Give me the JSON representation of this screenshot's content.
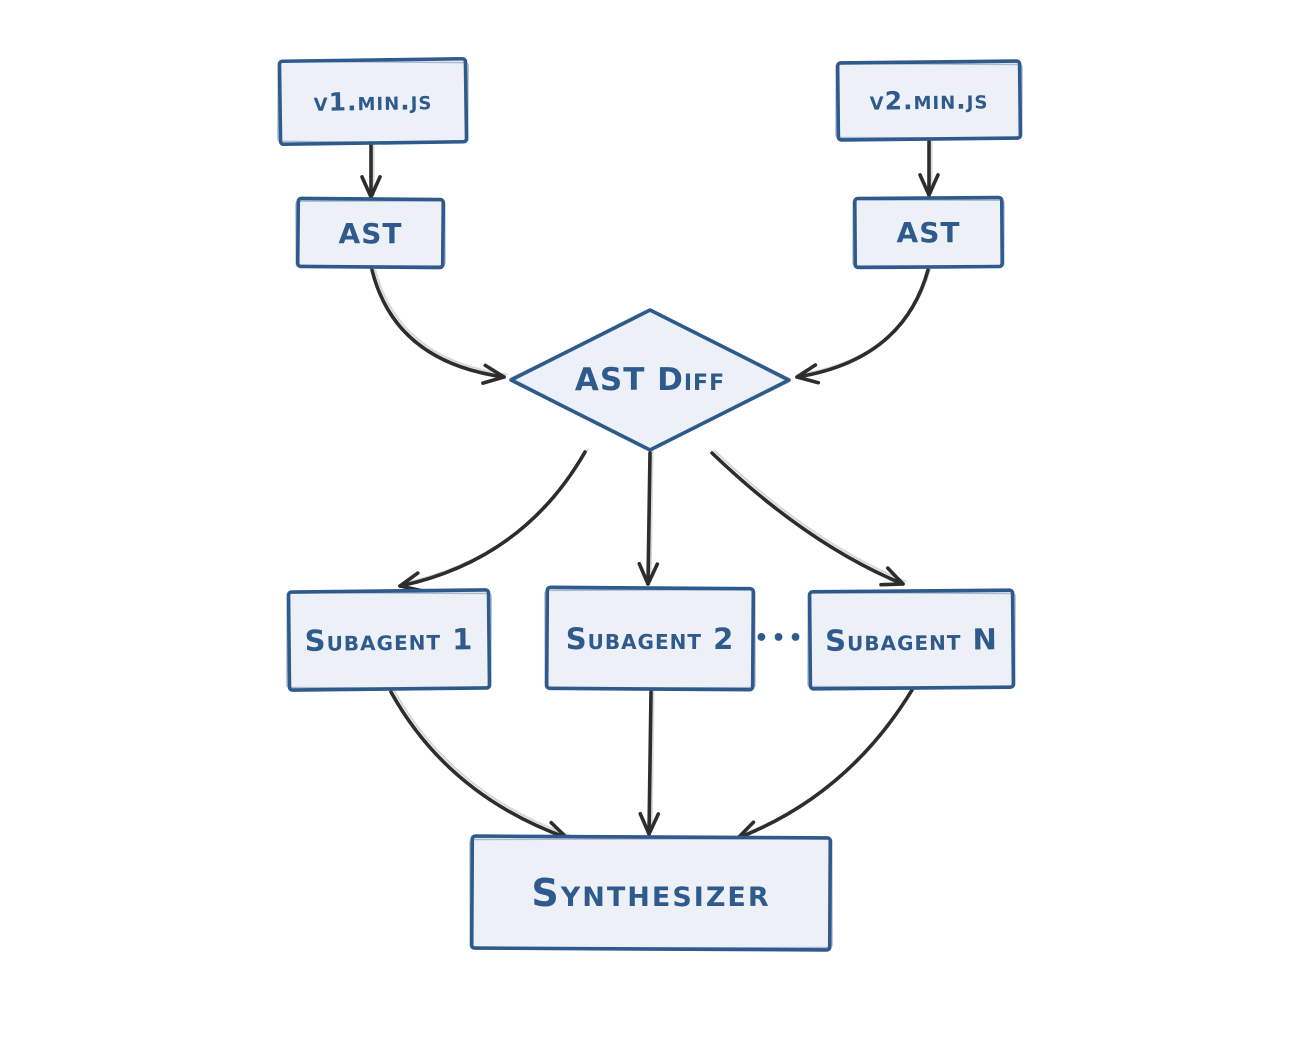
{
  "diagram": {
    "type": "flowchart",
    "nodes": {
      "v1": {
        "label": "v1.min.js",
        "shape": "rectangle"
      },
      "v2": {
        "label": "v2.min.js",
        "shape": "rectangle"
      },
      "ast_left": {
        "label": "AST",
        "shape": "rectangle"
      },
      "ast_right": {
        "label": "AST",
        "shape": "rectangle"
      },
      "ast_diff": {
        "label": "AST Diff",
        "shape": "diamond"
      },
      "subagent_1": {
        "label": "Subagent 1",
        "shape": "rectangle"
      },
      "subagent_2": {
        "label": "Subagent 2",
        "shape": "rectangle"
      },
      "ellipsis": {
        "label": "•••",
        "shape": "text"
      },
      "subagent_n": {
        "label": "Subagent N",
        "shape": "rectangle"
      },
      "synthesizer": {
        "label": "Synthesizer",
        "shape": "rectangle"
      }
    },
    "edges": [
      {
        "from": "v1",
        "to": "ast_left"
      },
      {
        "from": "v2",
        "to": "ast_right"
      },
      {
        "from": "ast_left",
        "to": "ast_diff"
      },
      {
        "from": "ast_right",
        "to": "ast_diff"
      },
      {
        "from": "ast_diff",
        "to": "subagent_1"
      },
      {
        "from": "ast_diff",
        "to": "subagent_2"
      },
      {
        "from": "ast_diff",
        "to": "subagent_n"
      },
      {
        "from": "subagent_1",
        "to": "synthesizer"
      },
      {
        "from": "subagent_2",
        "to": "synthesizer"
      },
      {
        "from": "subagent_n",
        "to": "synthesizer"
      }
    ],
    "colors": {
      "node_stroke": "#2e5a8c",
      "node_fill": "#edf0f6",
      "label_text": "#2e5a8c",
      "arrow": "#2d2d2d",
      "background": "#ffffff"
    }
  }
}
